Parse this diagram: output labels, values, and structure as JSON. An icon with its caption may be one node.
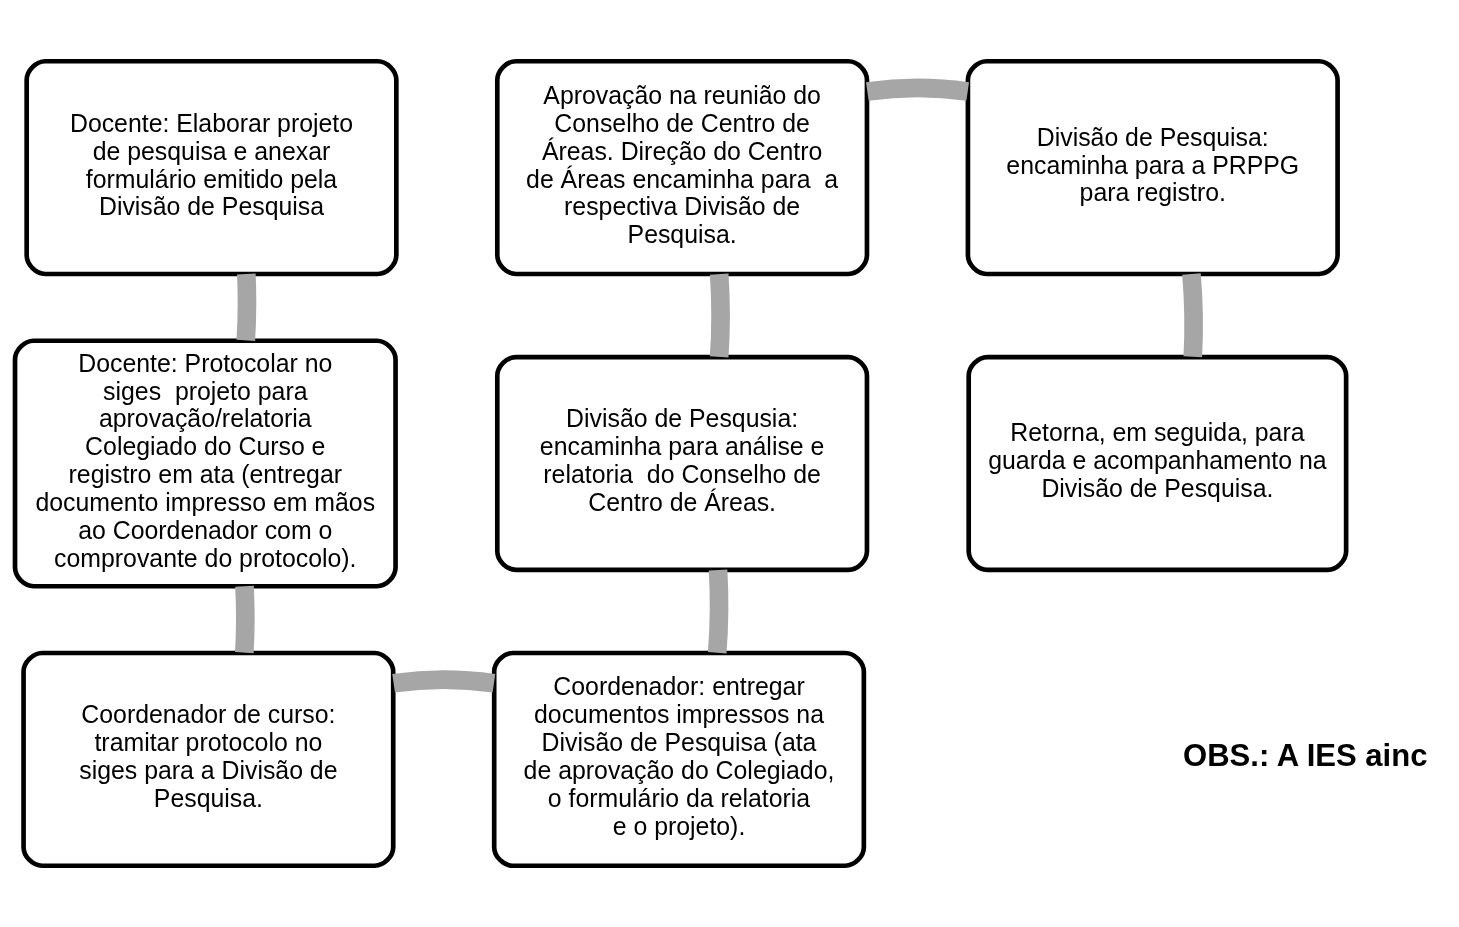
{
  "diagram": {
    "nodes": [
      {
        "text": [
          "Docente: Elaborar projeto de pesquisa e anexar formulário emitido pela Divisão de Pesquisa"
        ]
      },
      {
        "text": [
          "Docente: Protocolar no siges  projeto para aprovação/relatoria Colegiado do Curso e registro em ata (entregar documento impresso em mãos ao Coordenador com o comprovante do protocolo)."
        ]
      },
      {
        "text": [
          "Coordenador de curso: tramitar protocolo no siges para a Divisão de Pesquisa."
        ]
      },
      {
        "text": [
          "Coordenador: entregar documentos impressos na Divisão de Pesquisa (ata de aprovação do Colegiado, o formulário da relatoria  e o projeto)."
        ]
      },
      {
        "text": [
          "Divisão de Pesqusia: encaminha para análise e relatoria  do Conselho de Centro de Áreas."
        ]
      },
      {
        "text": [
          "Aprovação na reunião do Conselho de Centro de Áreas. Direção do Centro de Áreas encaminha para  a respectiva Divisão de Pesquisa."
        ]
      },
      {
        "text": [
          "Divisão de Pesquisa: encaminha para a PRPPG para registro."
        ]
      },
      {
        "text": [
          "Retorna, em seguida, para guarda e acompanhamento na Divisão de Pesquisa."
        ]
      }
    ],
    "edges": [
      {
        "from": 0,
        "to": 1,
        "arrow": "none"
      },
      {
        "from": 1,
        "to": 2,
        "arrow": "none"
      },
      {
        "from": 2,
        "to": 3,
        "arrow": "none"
      },
      {
        "from": 3,
        "to": 4,
        "arrow": "none"
      },
      {
        "from": 4,
        "to": 5,
        "arrow": "none"
      },
      {
        "from": 5,
        "to": 6,
        "arrow": "none"
      },
      {
        "from": 6,
        "to": 7,
        "arrow": "none"
      }
    ],
    "labels": [
      "OBS.: A IES ainc"
    ]
  }
}
